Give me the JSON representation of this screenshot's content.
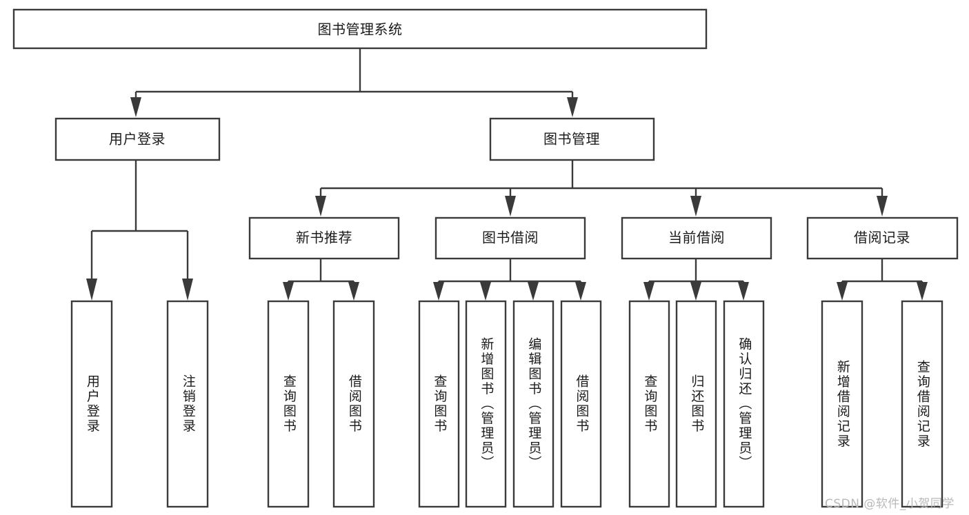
{
  "diagram": {
    "title": "图书管理系统",
    "type": "tree-hierarchy-chart",
    "root": {
      "id": "root",
      "label": "图书管理系统"
    },
    "level2": [
      {
        "id": "user-login",
        "label": "用户登录"
      },
      {
        "id": "book-manage",
        "label": "图书管理"
      }
    ],
    "level3": [
      {
        "id": "new-book-recommend",
        "label": "新书推荐",
        "parent": "book-manage"
      },
      {
        "id": "book-borrow",
        "label": "图书借阅",
        "parent": "book-manage"
      },
      {
        "id": "current-borrow",
        "label": "当前借阅",
        "parent": "book-manage"
      },
      {
        "id": "borrow-record",
        "label": "借阅记录",
        "parent": "book-manage"
      }
    ],
    "leaves": [
      {
        "id": "leaf-user-login",
        "label": "用户登录",
        "parent": "user-login"
      },
      {
        "id": "leaf-user-logout",
        "label": "注销登录",
        "parent": "user-login"
      },
      {
        "id": "leaf-query-book-1",
        "label": "查询图书",
        "parent": "new-book-recommend"
      },
      {
        "id": "leaf-borrow-book-1",
        "label": "借阅图书",
        "parent": "new-book-recommend"
      },
      {
        "id": "leaf-query-book-2",
        "label": "查询图书",
        "parent": "book-borrow"
      },
      {
        "id": "leaf-add-book",
        "label": "新增图书（管理员）",
        "parent": "book-borrow"
      },
      {
        "id": "leaf-edit-book",
        "label": "编辑图书（管理员）",
        "parent": "book-borrow"
      },
      {
        "id": "leaf-borrow-book-2",
        "label": "借阅图书",
        "parent": "book-borrow"
      },
      {
        "id": "leaf-query-book-3",
        "label": "查询图书",
        "parent": "current-borrow"
      },
      {
        "id": "leaf-return-book",
        "label": "归还图书",
        "parent": "current-borrow"
      },
      {
        "id": "leaf-confirm-return",
        "label": "确认归还（管理员）",
        "parent": "current-borrow"
      },
      {
        "id": "leaf-add-record",
        "label": "新增借阅记录",
        "parent": "borrow-record"
      },
      {
        "id": "leaf-query-record",
        "label": "查询借阅记录",
        "parent": "borrow-record"
      }
    ]
  },
  "watermark": {
    "text": "CSDN @软件_小贺同学"
  },
  "colors": {
    "stroke": "#3a3a3a",
    "box_fill": "#ffffff",
    "text": "#1b1b1b",
    "background": "#ffffff",
    "watermark": "#b9b9b9"
  }
}
